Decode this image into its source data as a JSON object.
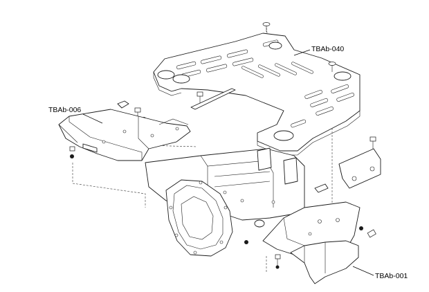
{
  "callouts": {
    "floor_plate": "TBAb-040",
    "left_bracket": "TBAb-006",
    "right_bracket": "TBAb-001"
  }
}
